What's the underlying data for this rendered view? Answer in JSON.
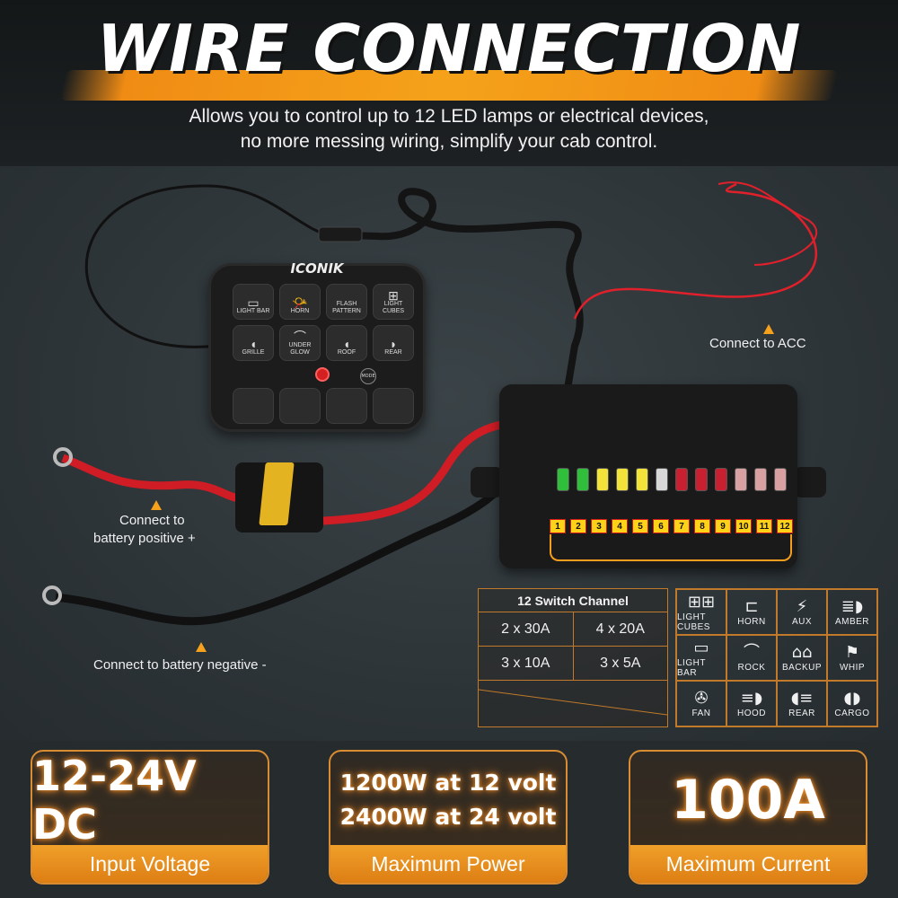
{
  "header": {
    "title": "WIRE CONNECTION",
    "subtitle_line1": "Allows you to control up to 12 LED lamps or electrical devices,",
    "subtitle_line2": "no more messing wiring, simplify your cab control."
  },
  "panel": {
    "brand": "ICONIK",
    "buttons": [
      "LIGHT BAR",
      "HORN",
      "FLASH PATTERN",
      "LIGHT CUBES",
      "GRILLE",
      "UNDER GLOW",
      "ROOF",
      "REAR"
    ],
    "mode_label": "MODE"
  },
  "relay": {
    "channels": [
      "1",
      "2",
      "3",
      "4",
      "5",
      "6",
      "7",
      "8",
      "9",
      "10",
      "11",
      "12"
    ]
  },
  "labels": {
    "acc": "Connect to ACC",
    "positive_line1": "Connect to",
    "positive_line2": "battery positive +",
    "negative": "Connect to battery negative -"
  },
  "switch_table": {
    "title": "12 Switch Channel",
    "rows": [
      [
        "2 x 30A",
        "4 x 20A"
      ],
      [
        "3 x 10A",
        "3 x 5A"
      ]
    ]
  },
  "icon_grid": [
    {
      "label": "LIGHT CUBES",
      "icon": "light-cubes-icon"
    },
    {
      "label": "HORN",
      "icon": "horn-icon"
    },
    {
      "label": "AUX",
      "icon": "aux-icon"
    },
    {
      "label": "AMBER",
      "icon": "amber-icon"
    },
    {
      "label": "LIGHT BAR",
      "icon": "light-bar-icon"
    },
    {
      "label": "ROCK",
      "icon": "rock-icon"
    },
    {
      "label": "BACKUP",
      "icon": "backup-icon"
    },
    {
      "label": "WHIP",
      "icon": "whip-icon"
    },
    {
      "label": "FAN",
      "icon": "fan-icon"
    },
    {
      "label": "HOOD",
      "icon": "hood-icon"
    },
    {
      "label": "REAR",
      "icon": "rear-icon"
    },
    {
      "label": "CARGO",
      "icon": "cargo-icon"
    }
  ],
  "specs": [
    {
      "value_line1": "12-24V DC",
      "value_line2": "",
      "label": "Input Voltage"
    },
    {
      "value_line1": "1200W at 12 volt",
      "value_line2": "2400W at 24 volt",
      "label": "Maximum Power"
    },
    {
      "value_line1": "100A",
      "value_line2": "",
      "label": "Maximum Current"
    }
  ],
  "colors": {
    "accent": "#f59d1c",
    "wire_red": "#e0202a",
    "wire_black": "#111111"
  }
}
